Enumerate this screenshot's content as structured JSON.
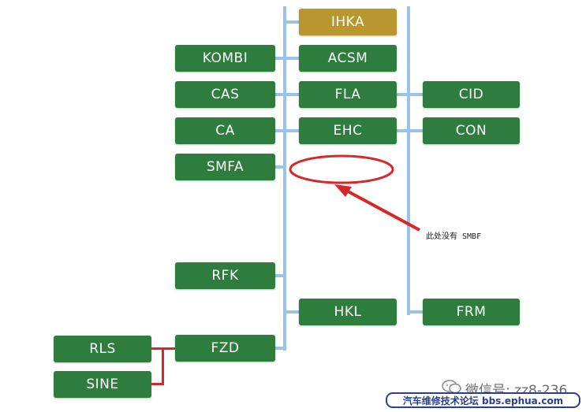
{
  "nodes": {
    "ihka": "IHKA",
    "kombi": "KOMBI",
    "acsm": "ACSM",
    "cas": "CAS",
    "fla": "FLA",
    "cid": "CID",
    "ca": "CA",
    "ehc": "EHC",
    "con": "CON",
    "smfa": "SMFA",
    "rfk": "RFK",
    "hkl": "HKL",
    "frm": "FRM",
    "rls": "RLS",
    "fzd": "FZD",
    "sine": "SINE"
  },
  "annotation": {
    "note": "此处没有 SMBF"
  },
  "watermark": {
    "wechat": "微信号: zz8-236",
    "forum": "汽车维修技术论坛 bbs.ephua.com"
  },
  "colors": {
    "node_green": "#2e7d3f",
    "node_gold": "#b8972e",
    "bus_blue": "#9cc3e6",
    "annotation_red": "#d62828"
  }
}
